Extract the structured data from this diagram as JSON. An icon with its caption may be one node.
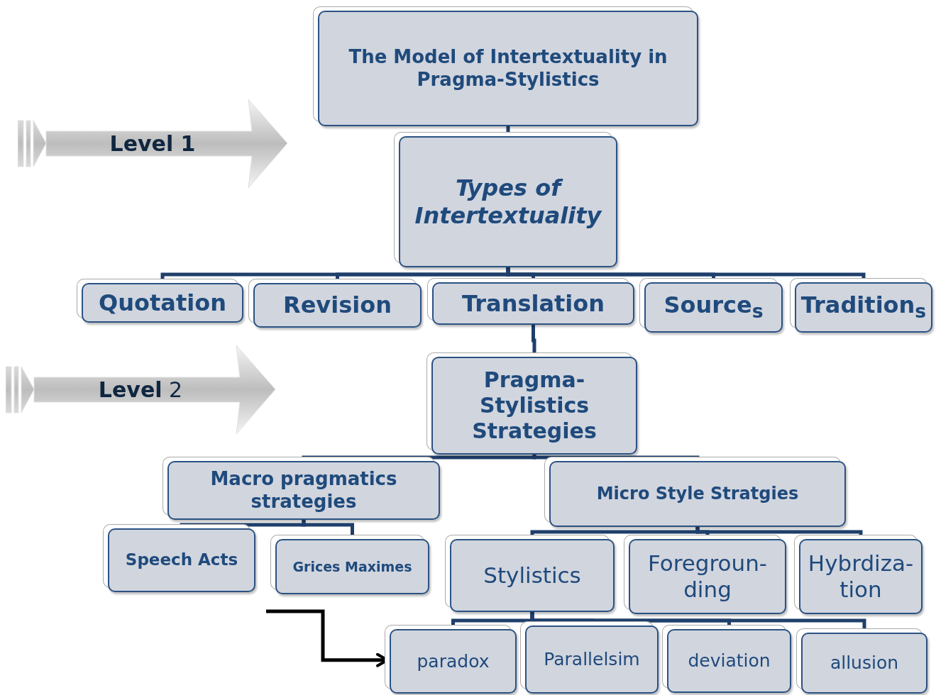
{
  "diagram": {
    "nodes": [
      {
        "text": [
          "The Model of Intertextuality in Pragma-Stylistics"
        ]
      },
      {
        "text": [
          "Types of Intertextuality"
        ]
      },
      {
        "text": [
          "Quotation"
        ]
      },
      {
        "text": [
          "Revision"
        ]
      },
      {
        "text": [
          "Translation"
        ]
      },
      {
        "text": [
          "Source$_{s}$"
        ]
      },
      {
        "text": [
          "Tradition$_{s}$"
        ]
      },
      {
        "text": [
          "Pragma-Stylistics Strategies"
        ]
      },
      {
        "text": [
          "Macro pragmatics strategies"
        ]
      },
      {
        "text": [
          "Micro Style Stratgies"
        ]
      },
      {
        "text": [
          "Speech Acts"
        ]
      },
      {
        "text": [
          "Grices Maximes"
        ]
      },
      {
        "text": [
          "Stylistics"
        ]
      },
      {
        "text": [
          "Foregroun- ding"
        ]
      },
      {
        "text": [
          "Hybrdiza- tion"
        ]
      },
      {
        "text": [
          "paradox"
        ]
      },
      {
        "text": [
          "Parallelsim"
        ]
      },
      {
        "text": [
          "deviation"
        ]
      },
      {
        "text": [
          "allusion"
        ]
      },
      {
        "text": [
          "Level 1"
        ]
      },
      {
        "text": [
          "**Level** 2"
        ]
      }
    ],
    "edges": [
      {
        "from": 0,
        "to": 1,
        "arrow": "none"
      },
      {
        "from": 1,
        "to": 2,
        "arrow": "none"
      },
      {
        "from": 1,
        "to": 3,
        "arrow": "none"
      },
      {
        "from": 1,
        "to": 4,
        "arrow": "none"
      },
      {
        "from": 1,
        "to": 5,
        "arrow": "none"
      },
      {
        "from": 1,
        "to": 6,
        "arrow": "none"
      },
      {
        "from": 4,
        "to": 7,
        "arrow": "none"
      },
      {
        "from": 7,
        "to": 8,
        "arrow": "none"
      },
      {
        "from": 7,
        "to": 9,
        "arrow": "none"
      },
      {
        "from": 8,
        "to": 10,
        "arrow": "none"
      },
      {
        "from": 8,
        "to": 11,
        "arrow": "none"
      },
      {
        "from": 9,
        "to": 12,
        "arrow": "none"
      },
      {
        "from": 9,
        "to": 13,
        "arrow": "none"
      },
      {
        "from": 9,
        "to": 14,
        "arrow": "none"
      },
      {
        "from": 12,
        "to": 15,
        "arrow": "none"
      },
      {
        "from": 12,
        "to": 16,
        "arrow": "none"
      },
      {
        "from": 12,
        "to": 17,
        "arrow": "none"
      },
      {
        "from": 12,
        "to": 18,
        "arrow": "none"
      },
      {
        "from": null,
        "to": 15,
        "arrow": "to",
        "color": "#000000"
      }
    ]
  }
}
